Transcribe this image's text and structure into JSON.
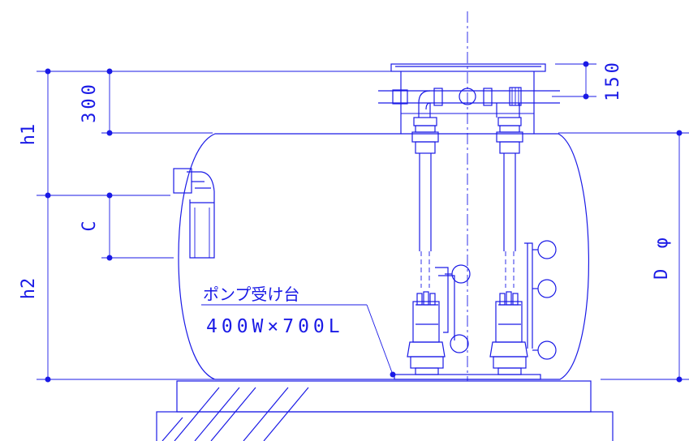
{
  "dimensions": {
    "h1": "h1",
    "h2": "h2",
    "d300": "300",
    "c": "C",
    "d150": "150",
    "dphi": "D φ"
  },
  "callout": {
    "label": "ポンプ受け台",
    "spec": "400W×700L"
  }
}
